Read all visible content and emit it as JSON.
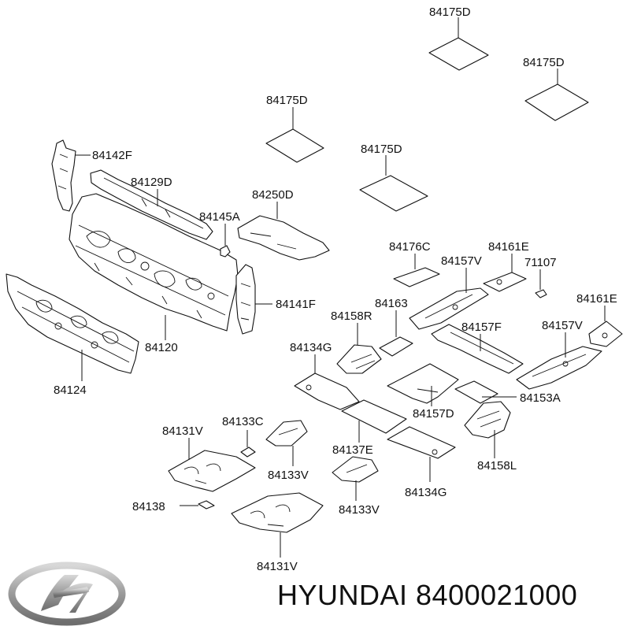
{
  "brand": {
    "text": "HYUNDAI 8400021000",
    "logo_icon": "hyundai-logo-icon",
    "logo_color": "#9a9a9a"
  },
  "callouts": {
    "c84175D_1": "84175D",
    "c84175D_2": "84175D",
    "c84175D_3": "84175D",
    "c84175D_4": "84175D",
    "c84142F": "84142F",
    "c84129D": "84129D",
    "c84250D": "84250D",
    "c84145A": "84145A",
    "c84176C": "84176C",
    "c84161E_1": "84161E",
    "c84157V_1": "84157V",
    "c71107": "71107",
    "c84161E_2": "84161E",
    "c84141F": "84141F",
    "c84163": "84163",
    "c84158R": "84158R",
    "c84157F": "84157F",
    "c84157V_2": "84157V",
    "c84120": "84120",
    "c84134G_1": "84134G",
    "c84124": "84124",
    "c84157D": "84157D",
    "c84153A": "84153A",
    "c84131V_1": "84131V",
    "c84133C": "84133C",
    "c84137E": "84137E",
    "c84158L": "84158L",
    "c84133V_1": "84133V",
    "c84134G_2": "84134G",
    "c84138": "84138",
    "c84133V_2": "84133V",
    "c84131V_2": "84131V"
  }
}
